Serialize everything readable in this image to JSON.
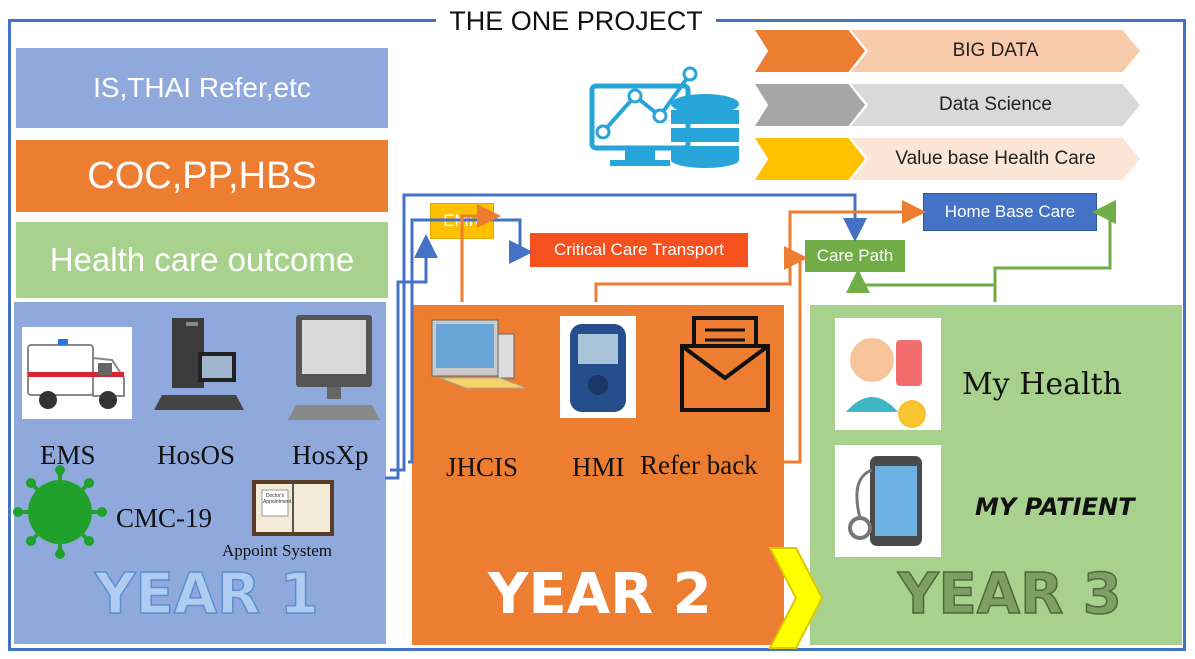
{
  "title": "THE ONE PROJECT",
  "bands": {
    "b1": "IS,THAI Refer,etc",
    "b2": "COC,PP,HBS",
    "b3": "Health care outcome"
  },
  "chevrons": [
    {
      "label": "BIG DATA",
      "head_color": "#ed7d31",
      "body_color": "#f8cbad"
    },
    {
      "label": "Data Science",
      "head_color": "#a6a6a6",
      "body_color": "#d9d9d9"
    },
    {
      "label": "Value base Health Care",
      "head_color": "#ffc000",
      "body_color": "#fbe5d6"
    }
  ],
  "flow_boxes": {
    "emr": "EMR",
    "critical": "Critical Care Transport",
    "care_path": "Care Path",
    "home_base": "Home Base Care"
  },
  "year1": {
    "label": "YEAR 1",
    "items": {
      "ems": "EMS",
      "hosos": "HosOS",
      "hosxp": "HosXp",
      "cmc": "CMC-19",
      "appoint": "Appoint System"
    },
    "book_text": "Doctor's Appointment"
  },
  "year2": {
    "label": "YEAR 2",
    "items": {
      "jhcis": "JHCIS",
      "hmi": "HMI",
      "refer": "Refer back"
    }
  },
  "year3": {
    "label": "YEAR 3",
    "items": {
      "my_health": "My Health",
      "my_patient": "MY PATIENT"
    }
  },
  "colors": {
    "blue": "#4472c4",
    "orange": "#ed7d31",
    "green": "#70ad47",
    "year1": "#8fa9dc",
    "year3": "#a9d18e"
  }
}
